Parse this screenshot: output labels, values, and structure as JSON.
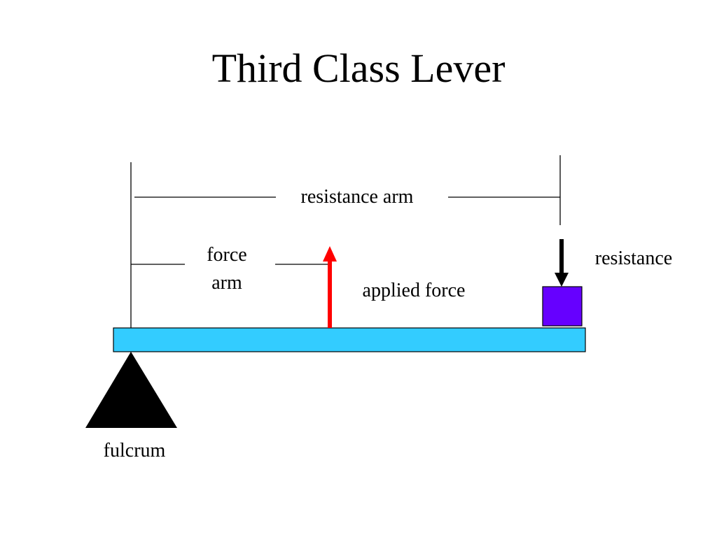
{
  "slide": {
    "title": "Third Class Lever"
  },
  "diagram": {
    "labels": {
      "resistance_arm": "resistance arm",
      "force_arm_line1": "force",
      "force_arm_line2": "arm",
      "applied_force": "applied force",
      "resistance": "resistance",
      "fulcrum": "fulcrum"
    },
    "colors": {
      "lever": "#33ccff",
      "applied_force_arrow": "#ff0000",
      "resistance_arrow": "#000000",
      "resistance_load": "#6600ff",
      "fulcrum": "#000000",
      "dimension_lines": "#000000"
    }
  }
}
